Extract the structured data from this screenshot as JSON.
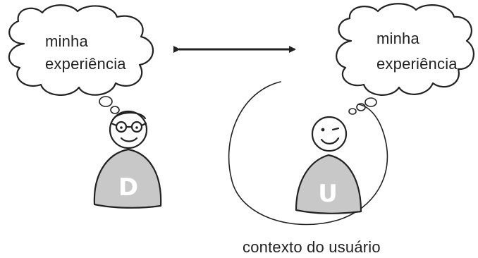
{
  "designer": {
    "thought": [
      "minha",
      "experiência"
    ],
    "badge": "D"
  },
  "user": {
    "thought": [
      "minha",
      "experiência"
    ],
    "badge": "U"
  },
  "context_label": "contexto do usuário",
  "colors": {
    "ink": "#222222",
    "figure_fill": "#c8c8c8",
    "badge_text": "#ffffff",
    "background": "#ffffff"
  }
}
